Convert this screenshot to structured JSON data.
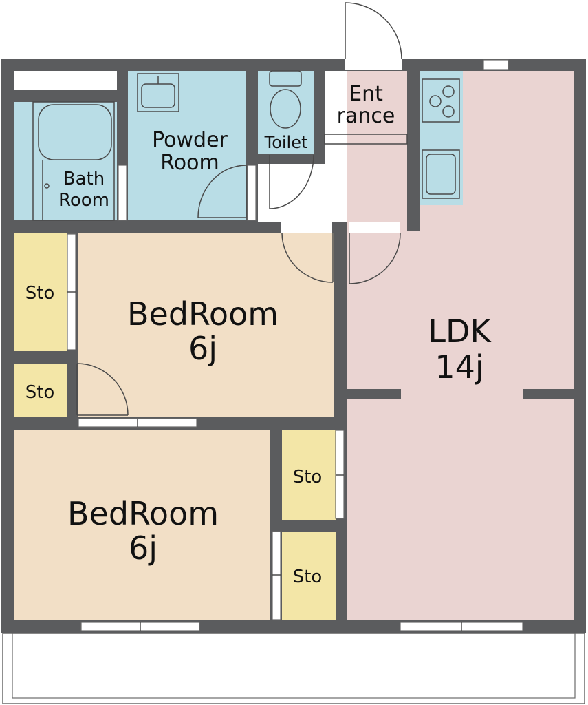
{
  "rooms": {
    "bath": {
      "line1": "Bath",
      "line2": "Room"
    },
    "powder": {
      "line1": "Powder",
      "line2": "Room"
    },
    "toilet": {
      "label": "Toilet"
    },
    "entrance": {
      "line1": "Ent",
      "line2": "rance"
    },
    "bedroom_upper": {
      "name": "BedRoom",
      "size": "6j"
    },
    "bedroom_lower": {
      "name": "BedRoom",
      "size": "6j"
    },
    "ldk": {
      "name": "LDK",
      "size": "14j"
    },
    "storage_1": {
      "label": "Sto"
    },
    "storage_2": {
      "label": "Sto"
    },
    "storage_3": {
      "label": "Sto"
    },
    "storage_4": {
      "label": "Sto"
    }
  },
  "colors": {
    "wall": "#5b5c5e",
    "wet_area": "#b9dde6",
    "bedroom": "#f2dfc6",
    "ldk": "#ead4d2",
    "storage": "#f3e6a7",
    "entrance": "#ffffff",
    "balcony": "#ffffff"
  }
}
